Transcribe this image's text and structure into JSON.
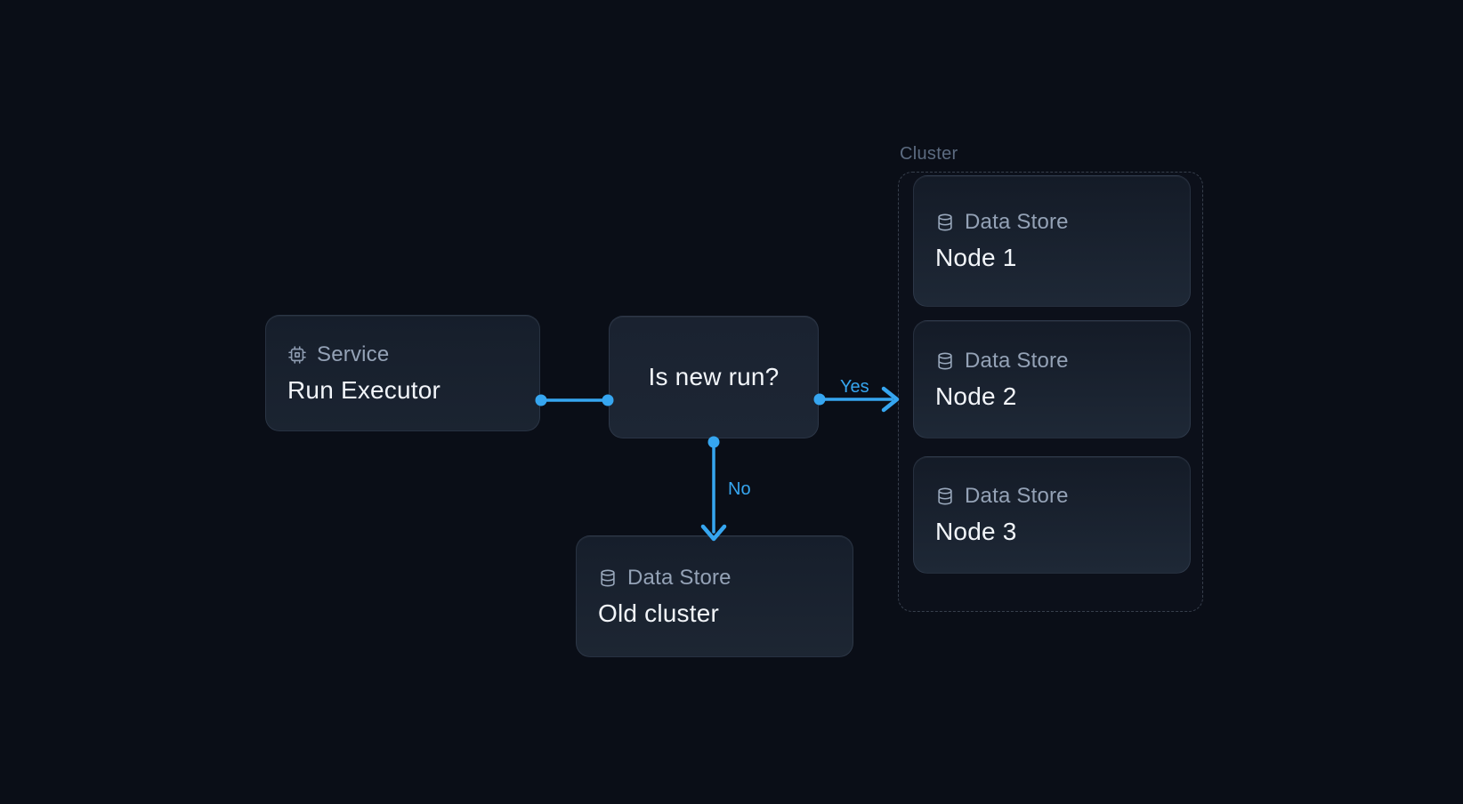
{
  "canvas": {
    "background": "#0a0e17",
    "accent_blue": "#36a6f0",
    "card_fill_top": "#141b27",
    "card_fill_bottom": "#1e2836",
    "label_color": "#94a2b6",
    "title_color": "#f2f5f9",
    "cluster_border_color": "rgba(148,163,184,0.32)"
  },
  "icons": {
    "service": "chip-icon",
    "data_store": "database-icon"
  },
  "nodes": {
    "service": {
      "type_label": "Service",
      "title": "Run Executor"
    },
    "decision": {
      "title": "Is new run?"
    },
    "old_cluster": {
      "type_label": "Data Store",
      "title": "Old cluster"
    },
    "cluster": {
      "label": "Cluster",
      "children": [
        {
          "type_label": "Data Store",
          "title": "Node 1"
        },
        {
          "type_label": "Data Store",
          "title": "Node 2"
        },
        {
          "type_label": "Data Store",
          "title": "Node 3"
        }
      ]
    }
  },
  "edges": [
    {
      "from": "service",
      "to": "decision",
      "label": ""
    },
    {
      "from": "decision",
      "to": "cluster",
      "label": "Yes"
    },
    {
      "from": "decision",
      "to": "old_cluster",
      "label": "No"
    }
  ]
}
